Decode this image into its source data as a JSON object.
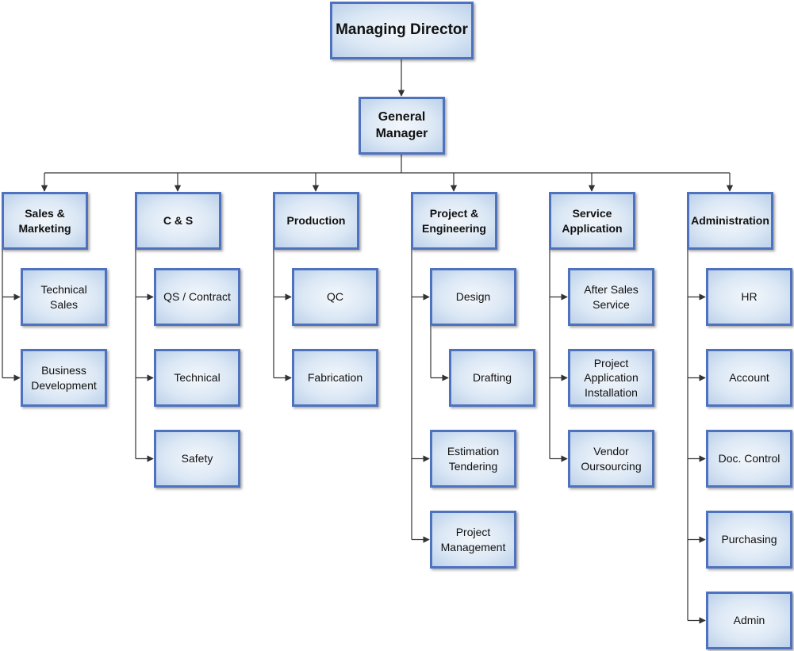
{
  "org": {
    "director": "Managing Director",
    "general_manager": "General\nManager",
    "departments": [
      {
        "name": "Sales &\nMarketing",
        "units": [
          "Technical Sales",
          "Business\nDevelopment"
        ]
      },
      {
        "name": "C & S",
        "units": [
          "QS / Contract",
          "Technical",
          "Safety"
        ]
      },
      {
        "name": "Production",
        "units": [
          "QC",
          "Fabrication"
        ]
      },
      {
        "name": "Project &\nEngineering",
        "units": [
          "Design",
          "Drafting",
          "Estimation\nTendering",
          "Project\nManagement"
        ]
      },
      {
        "name": "Service\nApplication",
        "units": [
          "After Sales\nService",
          "Project\nApplication\nInstallation",
          "Vendor\nOursourcing"
        ]
      },
      {
        "name": "Administration",
        "units": [
          "HR",
          "Account",
          "Doc. Control",
          "Purchasing",
          "Admin"
        ]
      }
    ]
  },
  "colors": {
    "box_border": "#4f72be",
    "box_fill": "#dce8f5",
    "connector": "#333333"
  }
}
